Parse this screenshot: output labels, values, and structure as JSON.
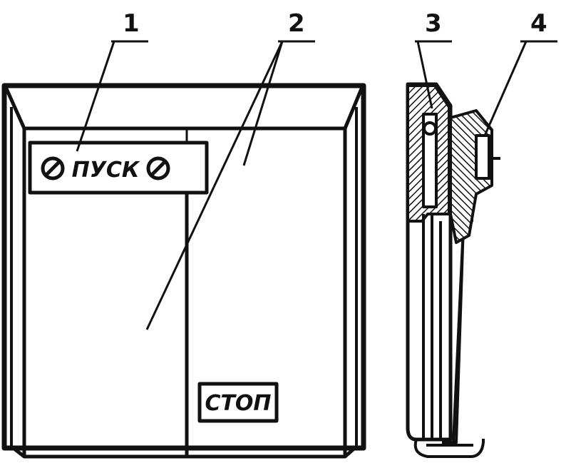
{
  "callouts": {
    "n1": "1",
    "n2": "2",
    "n3": "3",
    "n4": "4"
  },
  "front_view": {
    "start_label": "ПУСК",
    "stop_label": "СТОП"
  }
}
